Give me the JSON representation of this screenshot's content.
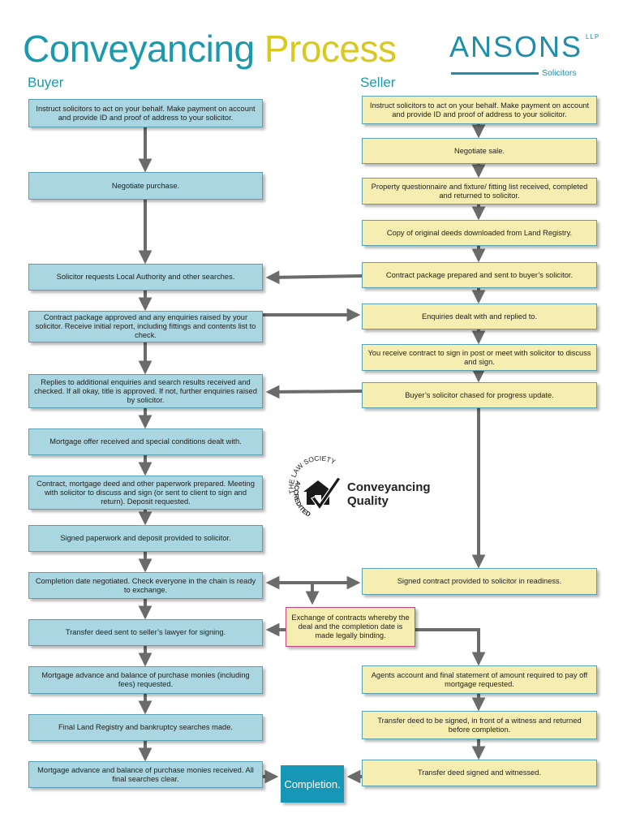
{
  "title": {
    "word1": "Conveyancing",
    "word2": "Process"
  },
  "columns": {
    "buyer": "Buyer",
    "seller": "Seller"
  },
  "logo": {
    "name": "ANSONS",
    "suffix": "LLP",
    "subtitle": "Solicitors"
  },
  "buyer_steps": [
    "Instruct solicitors to act on your behalf. Make payment on account and provide ID and proof of address to your solicitor.",
    "Negotiate purchase.",
    "Solicitor requests Local Authority and other searches.",
    "Contract package approved and any enquiries raised by your solicitor. Receive initial report, including fittings and contents list to check.",
    "Replies to additional enquiries and search results received and checked. If all okay, title is approved. If not, further enquiries raised by solicitor.",
    "Mortgage offer received and special conditions dealt with.",
    "Contract, mortgage deed and other paperwork prepared. Meeting with solicitor to discuss and sign (or sent to client to sign and return). Deposit requested.",
    "Signed paperwork and deposit provided to solicitor.",
    "Completion date negotiated. Check everyone in the chain is ready to exchange.",
    "Transfer deed sent to seller’s lawyer for signing.",
    "Mortgage advance and balance of purchase monies (including fees) requested.",
    "Final Land Registry and bankruptcy searches made.",
    "Mortgage advance and balance of purchase monies received. All final searches clear."
  ],
  "seller_steps": [
    "Instruct solicitors to act on your behalf. Make payment on account and provide ID and proof of address to your solicitor.",
    "Negotiate sale.",
    "Property questionnaire and fixture/ fitting list received, completed and returned to solicitor.",
    "Copy of original deeds downloaded from Land Registry.",
    "Contract package prepared and sent to buyer’s solicitor.",
    "Enquiries dealt with and replied to.",
    "You receive contract to sign in post or meet with solicitor to discuss and sign.",
    "Buyer’s solicitor chased for progress update.",
    "Signed contract provided to solicitor in readiness.",
    "Agents account and final statement of amount required to pay off mortgage requested.",
    "Transfer deed to be signed, in front of a witness and returned before completion.",
    "Transfer deed signed and witnessed."
  ],
  "exchange": "Exchange of contracts whereby the deal and the completion date is made legally binding.",
  "completion": "Completion.",
  "badge": {
    "arc_top": "THE LAW SOCIETY",
    "arc_side": "ACCREDITED",
    "line1": "Conveyancing",
    "line2": "Quality"
  },
  "colors": {
    "title_blue": "#1b9aad",
    "title_yellow": "#d9c91e",
    "buyer_fill": "#a9d6e0",
    "seller_fill": "#f6eeb0",
    "exchange_border": "#c9447e",
    "completion_fill": "#1797b6",
    "arrow": "#6b6b6b"
  }
}
